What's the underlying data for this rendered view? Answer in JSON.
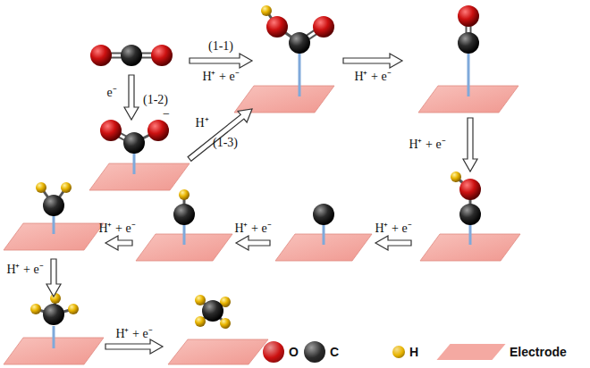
{
  "diagram": {
    "labels": [
      "(1-1)",
      "H⁺ + e⁻",
      "H⁺ + e⁻",
      "e⁻",
      "(1-2)",
      "−",
      "H⁺",
      "(1-3)",
      "H⁺ + e⁻",
      "H⁺ + e⁻",
      "H⁺ + e⁻",
      "H⁺ + e⁻",
      "H⁺ + e⁻",
      "H⁺ + e⁻"
    ],
    "legend": [
      {
        "text": "O",
        "color": "#cc1111"
      },
      {
        "text": "C",
        "color": "#2b2b2b"
      },
      {
        "text": "H",
        "color": "#e8b400"
      },
      {
        "text": "Electrode",
        "color": "#f4a9a2"
      }
    ]
  }
}
